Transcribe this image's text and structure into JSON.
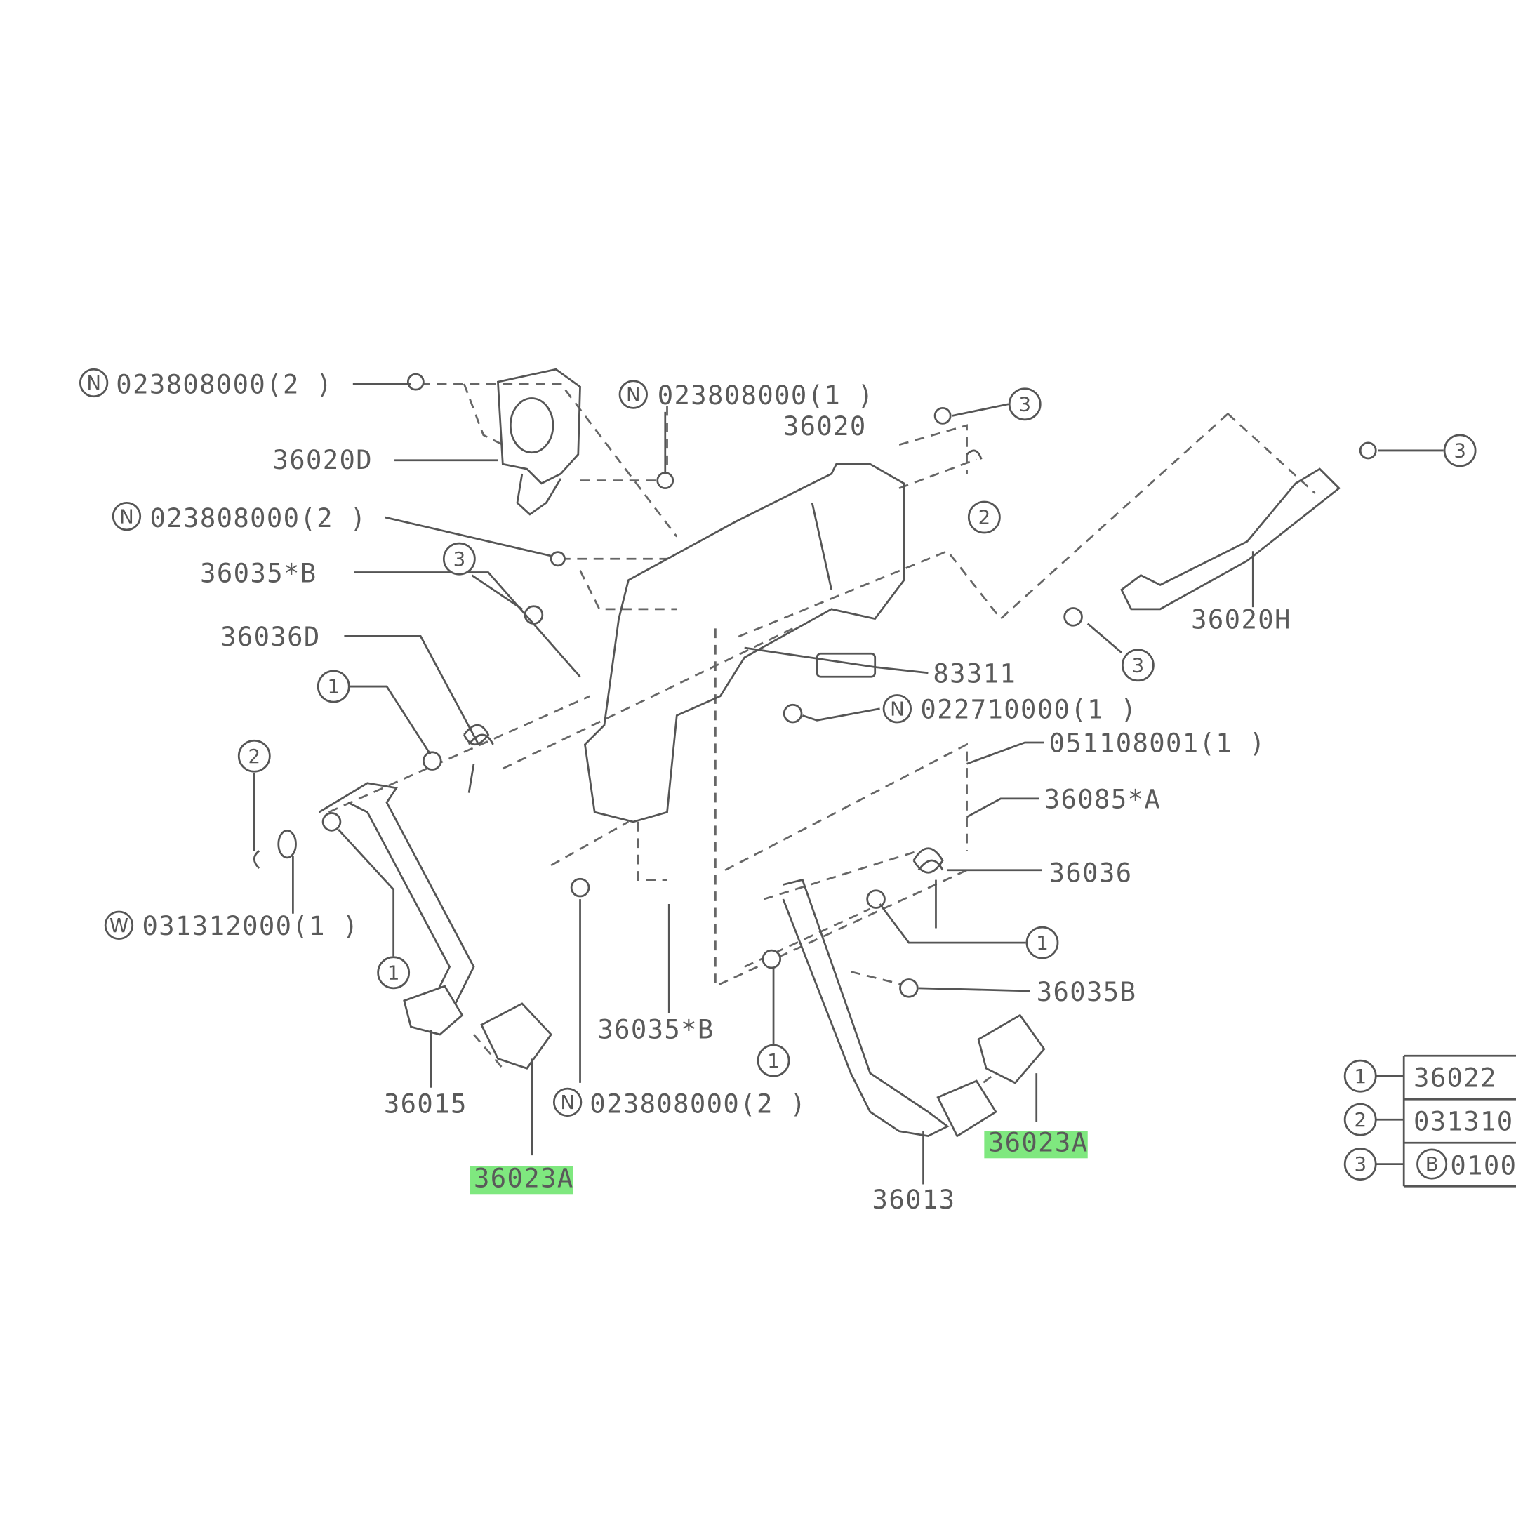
{
  "labels": {
    "n_top_left": "023808000(2 )",
    "bracket_d": "36020D",
    "n_top_mid": "023808000(1 )",
    "bracket": "36020",
    "n_mid_left": "023808000(2 )",
    "stopper_b_star": "36035*B",
    "spring_d": "36036D",
    "bracket_h": "36020H",
    "switch": "83311",
    "n_switch": "022710000(1 )",
    "pin": "051108001(1 )",
    "bushing_a": "36085*A",
    "spring": "36036",
    "w_washer": "031312000(1 )",
    "stopper_b": "36035B",
    "stopper_b_star_lower": "36035*B",
    "clutch_pedal": "36015",
    "n_lower": "023808000(2 )",
    "pad_left_part": "36023",
    "pad_left_suffix": "A",
    "pad_right_part": "36023",
    "pad_right_suffix": "A",
    "brake_pedal": "36013"
  },
  "symbols": {
    "n": "N",
    "w": "W",
    "b": "B",
    "one": "1",
    "two": "2",
    "three": "3"
  },
  "legend": [
    {
      "key": "1",
      "part": "36022"
    },
    {
      "key": "2",
      "part": "031310"
    },
    {
      "key": "3",
      "prefix": "B",
      "part": "0100"
    }
  ],
  "colors": {
    "highlight": "#7fe87f",
    "line": "#555555"
  }
}
